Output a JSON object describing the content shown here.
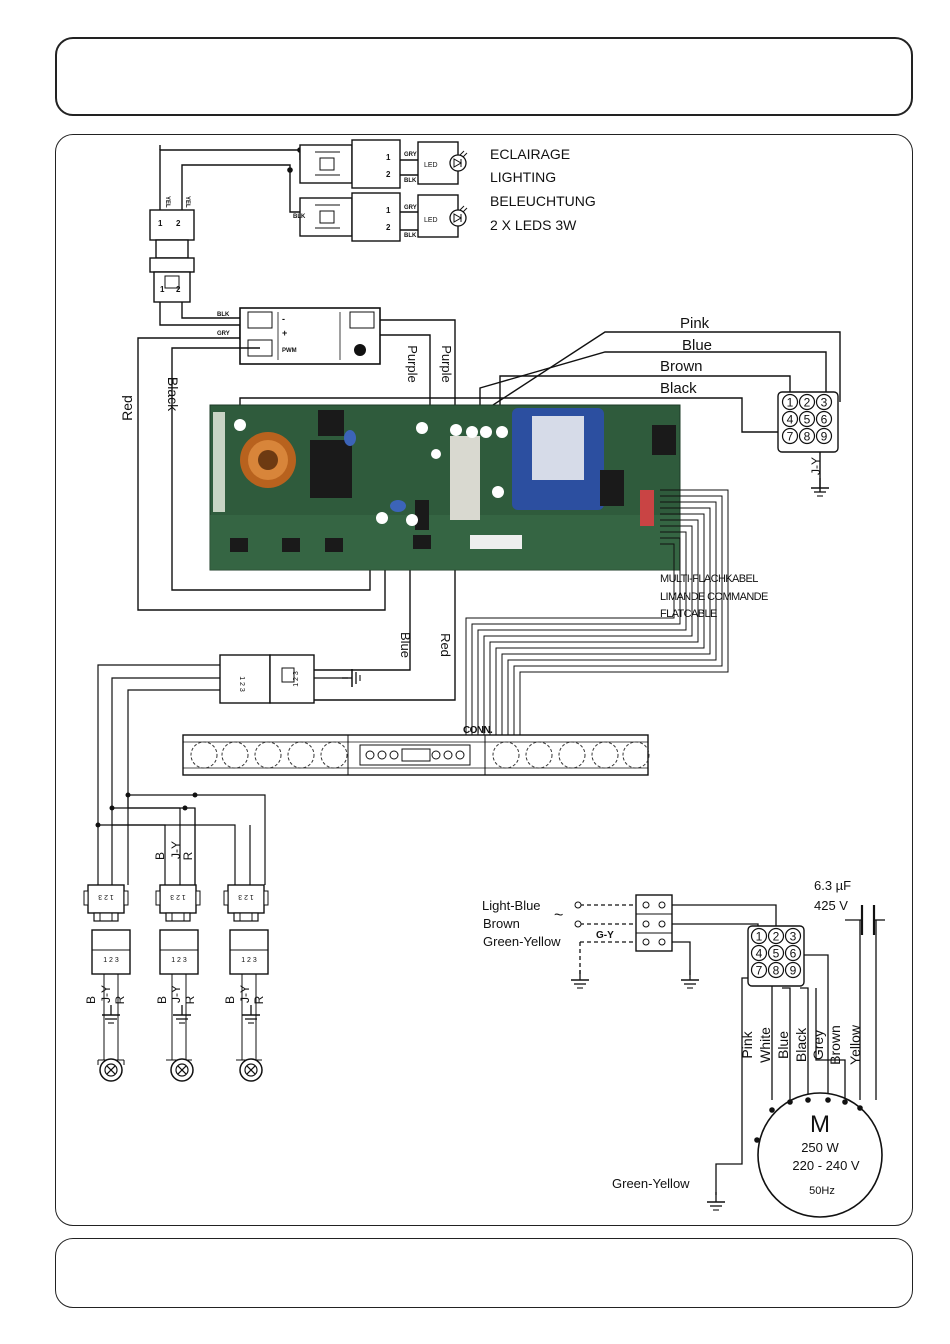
{
  "lighting": {
    "line1": "ECLAIRAGE",
    "line2": "LIGHTING",
    "line3": "BELEUCHTUNG",
    "line4": "2 X LEDS 3W",
    "led_tag": "LED"
  },
  "wire_tags": {
    "grey": "GRY",
    "black": "BLK",
    "pwm": "PWM",
    "yel": "YEL",
    "num1": "1",
    "num2": "2",
    "plus": "+",
    "minus": "-"
  },
  "wires": {
    "pink": "Pink",
    "blue": "Blue",
    "brown": "Brown",
    "black": "Black",
    "red": "Red",
    "purple": "Purple",
    "jy": "J-Y"
  },
  "connector9": [
    "1",
    "2",
    "3",
    "4",
    "5",
    "6",
    "7",
    "8",
    "9"
  ],
  "flatcable": {
    "line1": "MULTI-FLACHKABEL",
    "line2": "LIMANDE COMMANDE",
    "line3": "FLATCABLE",
    "conn": "CONN."
  },
  "lamps": {
    "b": "B",
    "jy": "J-Y",
    "r": "R",
    "pins": "1 2 3"
  },
  "power": {
    "light_blue": "Light-Blue",
    "brown": "Brown",
    "green_yellow": "Green-Yellow",
    "gy": "G-Y",
    "tilde": "~"
  },
  "capacitor": {
    "value": "6.3 µF",
    "voltage": "425 V"
  },
  "motor_wires": [
    "Pink",
    "White",
    "Blue",
    "Black",
    "Grey",
    "Brown",
    "Yellow"
  ],
  "motor": {
    "symbol": "M",
    "power": "250 W",
    "voltage": "220 - 240 V",
    "freq": "50Hz",
    "ground_label": "Green-Yellow"
  }
}
